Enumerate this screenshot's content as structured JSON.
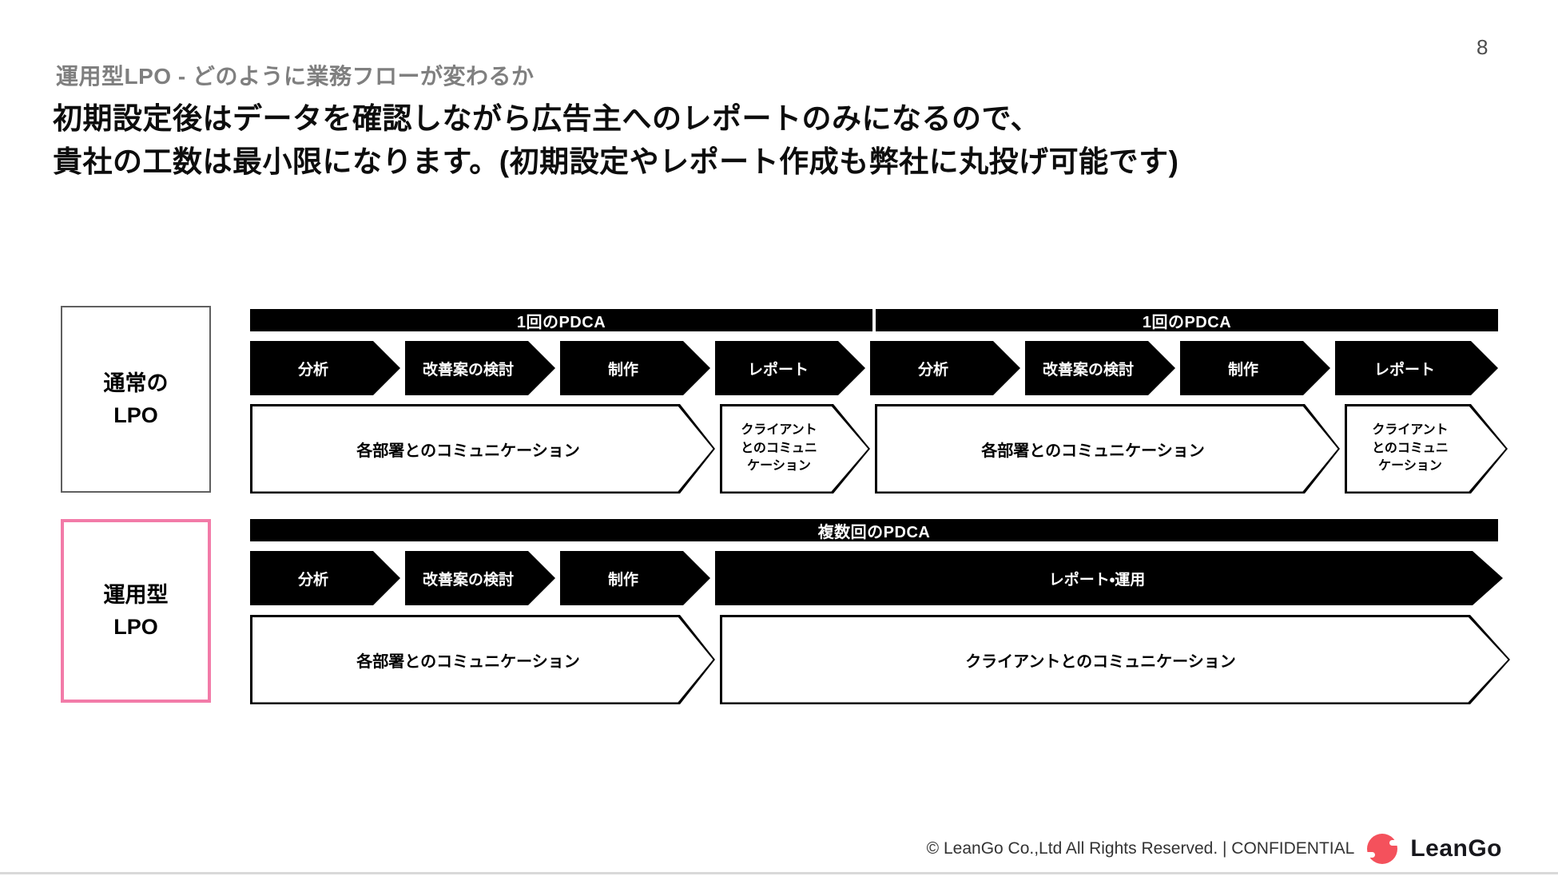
{
  "page_number": "8",
  "slide_title": "運用型LPO - どのように業務フローが変わるか",
  "heading_line1": "初期設定後はデータを確認しながら広告主へのレポートのみになるので、",
  "heading_line2": "貴社の工数は最小限になります。(初期設定やレポート作成も弊社に丸投げ可能です)",
  "normal": {
    "label_top": "通常の",
    "label_bottom": "LPO",
    "bar1": "1回のPDCA",
    "bar2": "1回のPDCA",
    "steps": [
      "分析",
      "改善案の検討",
      "制作",
      "レポート",
      "分析",
      "改善案の検討",
      "制作",
      "レポート"
    ],
    "comm_dept1": "各部署とのコミュニケーション",
    "comm_client1_l1": "クライアント",
    "comm_client1_l2": "とのコミュニ",
    "comm_client1_l3": "ケーション",
    "comm_dept2": "各部署とのコミュニケーション",
    "comm_client2_l1": "クライアント",
    "comm_client2_l2": "とのコミュニ",
    "comm_client2_l3": "ケーション"
  },
  "operational": {
    "label_top": "運用型",
    "label_bottom": "LPO",
    "bar": "複数回のPDCA",
    "steps": [
      "分析",
      "改善案の検討",
      "制作",
      "レポート・運用"
    ],
    "comm_dept": "各部署とのコミュニケーション",
    "comm_client": "クライアントとのコミュニケーション"
  },
  "footer": {
    "copyright": "© LeanGo Co.,Ltd All Rights Reserved. | CONFIDENTIAL",
    "brand": "LeanGo"
  },
  "colors": {
    "accent_pink": "#F27BA8",
    "logo_coral": "#F4515C",
    "shape_black": "#000000",
    "title_gray": "#7F7F7F"
  }
}
